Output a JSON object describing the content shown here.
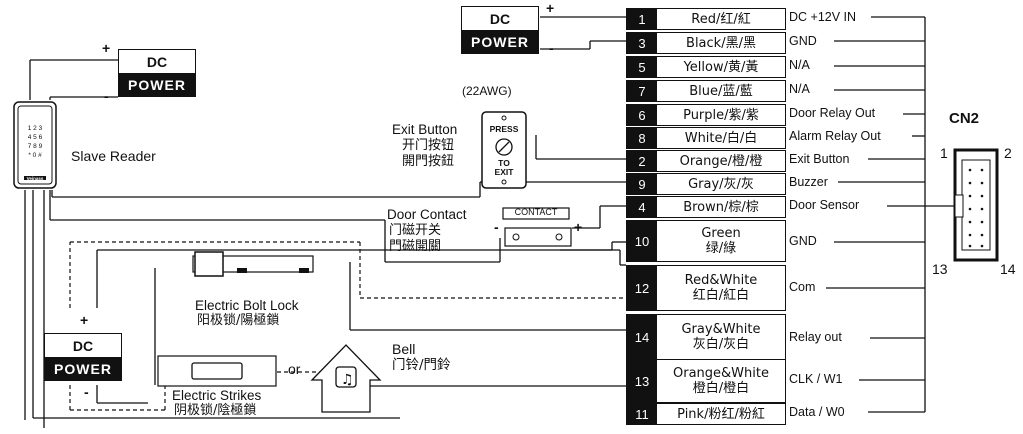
{
  "pins": [
    {
      "no": "1",
      "color": "Red/红/紅",
      "signal": "DC +12V IN"
    },
    {
      "no": "3",
      "color": "Black/黑/黑",
      "signal": "GND"
    },
    {
      "no": "5",
      "color": "Yellow/黄/黃",
      "signal": "N/A"
    },
    {
      "no": "7",
      "color": "Blue/蓝/藍",
      "signal": "N/A"
    },
    {
      "no": "6",
      "color": "Purple/紫/紫",
      "signal": "Door Relay Out"
    },
    {
      "no": "8",
      "color": "White/白/白",
      "signal": "Alarm Relay Out"
    },
    {
      "no": "2",
      "color": "Orange/橙/橙",
      "signal": "Exit Button"
    },
    {
      "no": "9",
      "color": "Gray/灰/灰",
      "signal": "Buzzer"
    },
    {
      "no": "4",
      "color": "Brown/棕/棕",
      "signal": "Door Sensor"
    },
    {
      "no": "10",
      "color_l1": "Green",
      "color_l2": "绿/綠",
      "signal": "GND"
    },
    {
      "no": "12",
      "color_l1": "Red&White",
      "color_l2": "红白/紅白",
      "signal": "Com"
    },
    {
      "no": "14",
      "color_l1": "Gray&White",
      "color_l2": "灰白/灰白",
      "signal": "Relay out"
    },
    {
      "no": "13",
      "color_l1": "Orange&White",
      "color_l2": "橙白/橙白",
      "signal": "CLK / W1"
    },
    {
      "no": "11",
      "color": "Pink/粉红/粉紅",
      "signal": "Data / W0"
    }
  ],
  "power": {
    "line1": "DC",
    "line2": "POWER",
    "plus": "+",
    "minus": "-"
  },
  "slave_reader": {
    "label": "Slave Reader",
    "keys": [
      "1 2 3",
      "4 5 6",
      "7 8 9",
      "* 0 #"
    ],
    "brand": "Veinass"
  },
  "exit_button": {
    "gauge": "(22AWG)",
    "label_en": "Exit Button",
    "label_sc": "开门按钮",
    "label_tc": "開門按鈕",
    "press": "PRESS",
    "to": "TO",
    "exit": "EXIT"
  },
  "door_contact": {
    "label_en": "Door Contact",
    "label_sc": "门磁开关",
    "label_tc": "門磁開關",
    "tag": "CONTACT",
    "minus": "-",
    "plus": "+"
  },
  "bolt_lock": {
    "label_en": "Electric Bolt Lock",
    "label_cn": "阳极锁/陽極鎖"
  },
  "strike": {
    "label_en": "Electric Strikes",
    "label_cn": "阴极锁/陰極鎖",
    "or": "or"
  },
  "bell": {
    "label_en": "Bell",
    "label_cn": "门铃/門鈴"
  },
  "cn2": {
    "title": "CN2",
    "pin1": "1",
    "pin2": "2",
    "pin13": "13",
    "pin14": "14"
  }
}
